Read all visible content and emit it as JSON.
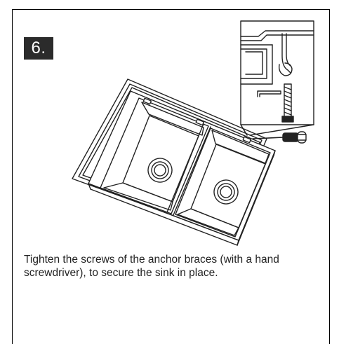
{
  "step": {
    "number": "6."
  },
  "instruction": {
    "text": "Tighten the screws of the anchor braces (with a hand screwdriver), to secure the sink in place."
  },
  "colors": {
    "ink": "#222222",
    "badge_background": "#2b2b2b",
    "badge_text": "#ffffff",
    "frame": "#000000"
  },
  "icons": {
    "illustration": "sink-installation-illustration",
    "detail": "anchor-brace-detail-inset",
    "tool": "screwdriver-icon"
  }
}
